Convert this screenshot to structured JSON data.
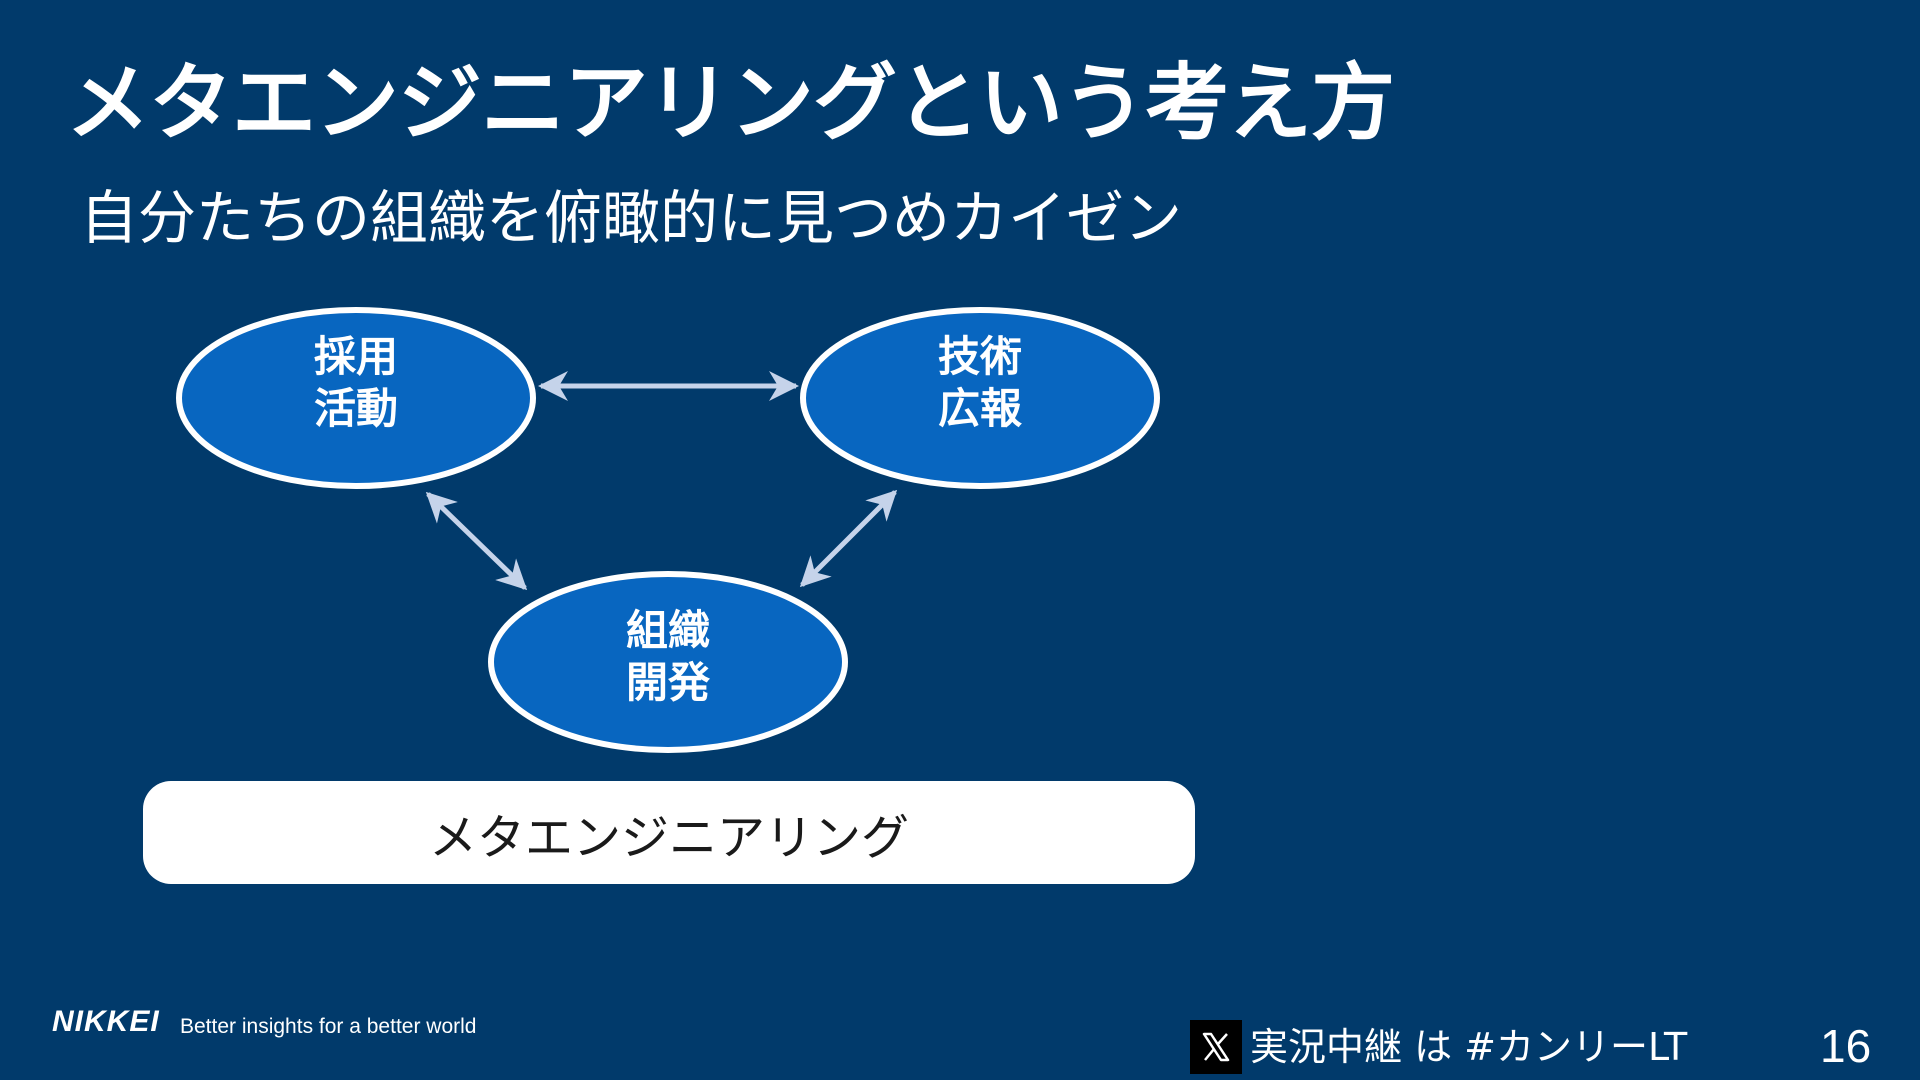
{
  "slide": {
    "title": "メタエンジニアリングという考え方",
    "subtitle": "自分たちの組織を俯瞰的に見つめカイゼン"
  },
  "diagram": {
    "nodes": [
      {
        "line1": "採用",
        "line2": "活動"
      },
      {
        "line1": "技術",
        "line2": "広報"
      },
      {
        "line1": "組織",
        "line2": "開発"
      }
    ],
    "foundation_label": "メタエンジニアリング"
  },
  "footer": {
    "logo": "NIKKEI",
    "tagline": "Better insights for a better world",
    "share_icon": "x-logo-icon",
    "hashtag_text": "実況中継 は #カンリーLT",
    "page_number": "16"
  },
  "colors": {
    "background": "#013a6b",
    "node_fill": "#0866c0",
    "node_stroke": "#ffffff",
    "arrow": "#c5d3ea",
    "foundation_fill": "#ffffff"
  }
}
